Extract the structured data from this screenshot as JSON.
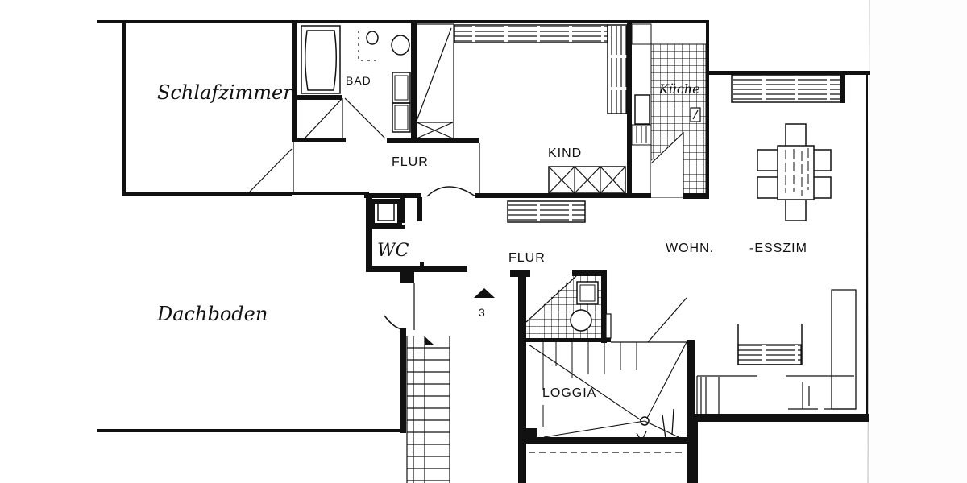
{
  "plan": {
    "kind": "floor plan",
    "rooms": [
      {
        "id": "schlafzimmer",
        "label": "Schlafzimmer",
        "style": "handwritten"
      },
      {
        "id": "bad",
        "label": "BAD",
        "style": "printed"
      },
      {
        "id": "flur_upper",
        "label": "FLUR",
        "style": "printed"
      },
      {
        "id": "kind",
        "label": "KIND",
        "style": "printed"
      },
      {
        "id": "kueche",
        "label": "Küche",
        "style": "handwritten"
      },
      {
        "id": "wohn",
        "label": "WOHN.",
        "style": "printed"
      },
      {
        "id": "esszim",
        "label": "-ESSZIM",
        "style": "printed"
      },
      {
        "id": "wc",
        "label": "WC",
        "style": "handwritten"
      },
      {
        "id": "flur_lower",
        "label": "FLUR",
        "style": "printed"
      },
      {
        "id": "dachboden",
        "label": "Dachboden",
        "style": "handwritten"
      },
      {
        "id": "loggia",
        "label": "LOGGIA",
        "style": "printed"
      }
    ],
    "stair_marker": {
      "label": "3",
      "icon": "up-triangle-icon"
    },
    "colors": {
      "ink": "#111111",
      "paper": "#ffffff",
      "right_margin": "#fdfdfd"
    }
  }
}
